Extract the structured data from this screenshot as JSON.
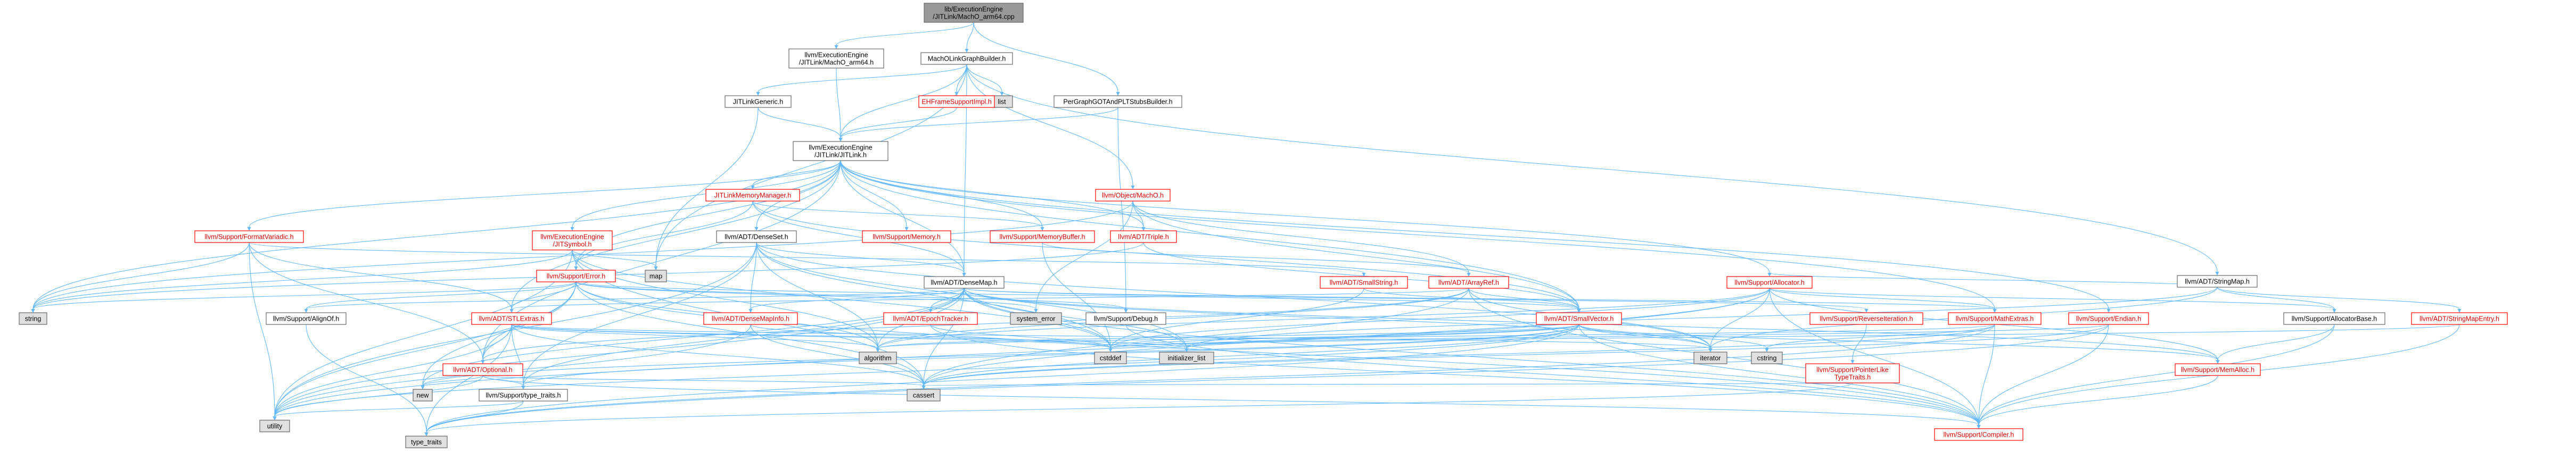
{
  "colors": {
    "background": "#ffffff",
    "edge": "#63b8ff",
    "node_fill": "#ffffff",
    "node_border": "#666666",
    "root_fill": "#999999",
    "system_fill": "#e0e0e0",
    "missing_border": "#ff0000",
    "missing_text": "#cc0000"
  },
  "nodes": {
    "root": [
      "lib/ExecutionEngine",
      "/JITLink/MachO_arm64.cpp"
    ],
    "machoarm64h": [
      "llvm/ExecutionEngine",
      "/JITLink/MachO_arm64.h"
    ],
    "machographbuilder": [
      "MachOLinkGraphBuilder.h"
    ],
    "pergraphgot": [
      "PerGraphGOTAndPLTStubsBuilder.h"
    ],
    "list": [
      "list"
    ],
    "ehframe": [
      "EHFrameSupportImpl.h"
    ],
    "objectmacho": [
      "llvm/Object/MachO.h"
    ],
    "jitlinkgeneric": [
      "JITLinkGeneric.h"
    ],
    "jitlinkh": [
      "llvm/ExecutionEngine",
      "/JITLink/JITLink.h"
    ],
    "stringmap": [
      "llvm/ADT/StringMap.h"
    ],
    "formatvariadic": [
      "llvm/Support/FormatVariadic.h"
    ],
    "jitsymbol": [
      "llvm/ExecutionEngine",
      "/JITSymbol.h"
    ],
    "jitlinkmemmgr": [
      "JITLinkMemoryManager.h"
    ],
    "densesetph": [
      "llvm/ADT/DenseSet.h"
    ],
    "supportmemory": [
      "llvm/Support/Memory.h"
    ],
    "memorybuffer": [
      "llvm/Support/MemoryBuffer.h"
    ],
    "triple": [
      "llvm/ADT/Triple.h"
    ],
    "string": [
      "string"
    ],
    "map": [
      "map"
    ],
    "supporterror": [
      "llvm/Support/Error.h"
    ],
    "smallstring": [
      "llvm/ADT/SmallString.h"
    ],
    "arrayref": [
      "llvm/ADT/ArrayRef.h"
    ],
    "allocator": [
      "llvm/Support/Allocator.h"
    ],
    "densemap": [
      "llvm/ADT/DenseMap.h"
    ],
    "alignof": [
      "llvm/Support/AlignOf.h"
    ],
    "stlextras": [
      "llvm/ADT/STLExtras.h"
    ],
    "densemapinfo": [
      "llvm/ADT/DenseMapInfo.h"
    ],
    "epochtracker": [
      "llvm/ADT/EpochTracker.h"
    ],
    "systemerror": [
      "system_error"
    ],
    "debug": [
      "llvm/Support/Debug.h"
    ],
    "smallvector": [
      "llvm/ADT/SmallVector.h"
    ],
    "reverseiter": [
      "llvm/Support/ReverseIteration.h"
    ],
    "mathextras": [
      "llvm/Support/MathExtras.h"
    ],
    "endian": [
      "llvm/Support/Endian.h"
    ],
    "allocatorbase": [
      "llvm/Support/AllocatorBase.h"
    ],
    "stringmapentry": [
      "llvm/ADT/StringMapEntry.h"
    ],
    "algorithm": [
      "algorithm"
    ],
    "cstddef": [
      "cstddef"
    ],
    "initlist": [
      "initializer_list"
    ],
    "iterator": [
      "iterator"
    ],
    "cstring": [
      "cstring"
    ],
    "ptrliketypetraits": [
      "llvm/Support/PointerLike",
      "TypeTraits.h"
    ],
    "memalloc": [
      "llvm/Support/MemAlloc.h"
    ],
    "optional": [
      "llvm/ADT/Optional.h"
    ],
    "new": [
      "new"
    ],
    "typetraitsh": [
      "llvm/Support/type_traits.h"
    ],
    "cassert": [
      "cassert"
    ],
    "utility": [
      "utility"
    ],
    "typetraits": [
      "type_traits"
    ],
    "compiler": [
      "llvm/Support/Compiler.h"
    ]
  }
}
